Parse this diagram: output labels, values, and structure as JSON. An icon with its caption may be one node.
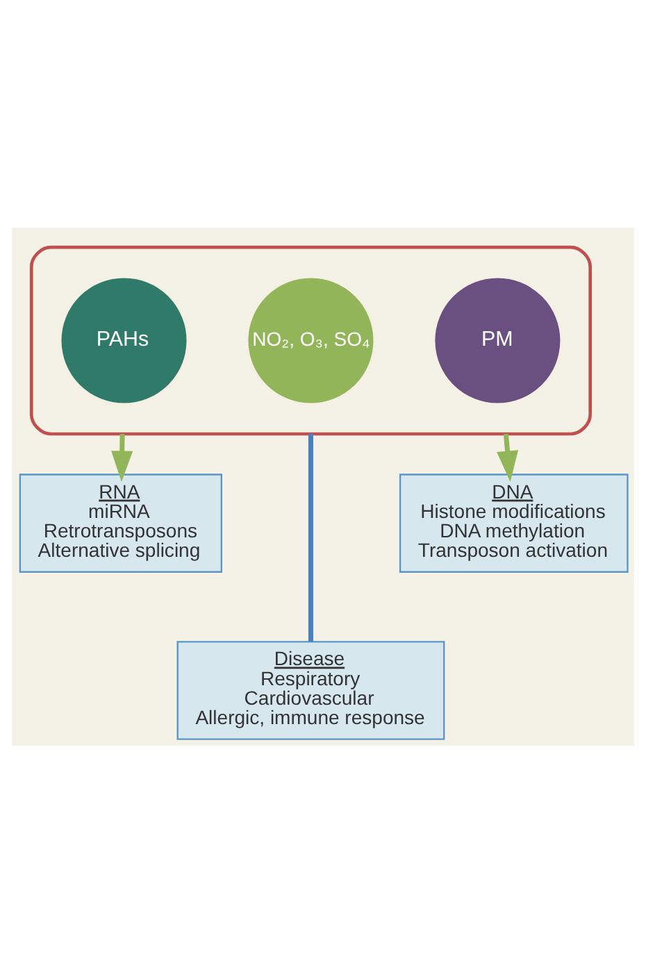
{
  "diagram": {
    "nodes": [
      {
        "text": [],
        "shape": "triangle"
      },
      {
        "text": [
          "PAHs"
        ],
        "in": 0
      },
      {
        "text": [
          "NO₂, O₃, SO₄"
        ],
        "in": 0
      },
      {
        "text": [
          "PM"
        ],
        "in": 0
      },
      {
        "text": [
          "RNA",
          "miRNA",
          "Retrotransposons",
          "Alternative splicing"
        ]
      },
      {
        "text": [
          "DNA",
          "Histone modifications",
          "DNA methylation",
          "Transposon activation"
        ]
      },
      {
        "text": [
          "Disease",
          "Respiratory",
          "Cardiovascular",
          "Allergic, immune response"
        ]
      }
    ],
    "edges": [
      {
        "from": 0,
        "to": 4,
        "arrow": "to"
      },
      {
        "from": 0,
        "to": 5,
        "arrow": "to"
      },
      {
        "from": 0,
        "to": 6,
        "arrow": "none",
        "color": "#4a7fc1"
      }
    ]
  }
}
